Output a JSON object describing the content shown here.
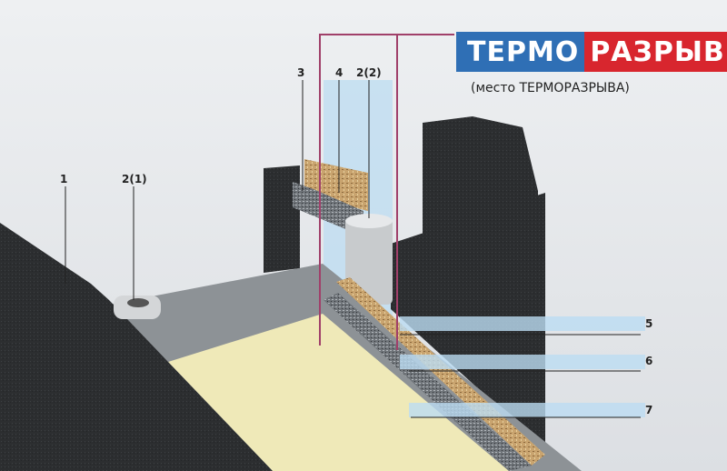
{
  "title": {
    "part1": "ТЕРМО",
    "part2": "РАЗРЫВ",
    "subtitle": "(место ТЕРМОРАЗРЫВА)"
  },
  "labels": {
    "l1": "1",
    "l21": "2(1)",
    "l3": "3",
    "l4": "4",
    "l22": "2(2)",
    "l5": "5",
    "l6": "6",
    "l7": "7"
  },
  "colors": {
    "blue": "#2f6fb5",
    "red": "#d8262e",
    "frame_line": "#a0406a",
    "highlight": "#bcdcf2"
  }
}
